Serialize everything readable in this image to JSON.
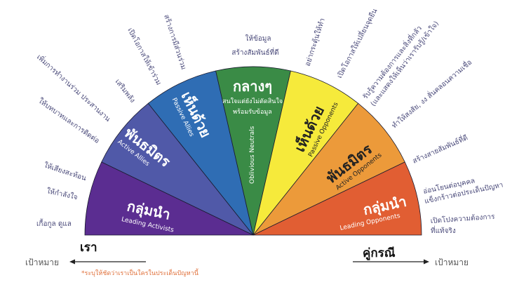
{
  "segments": [
    {
      "thai": "กลุ่มนำ",
      "english": "Leading Activists",
      "color": "#5b2d91",
      "text_color": "#ffffff"
    },
    {
      "thai": "พันธมิตร",
      "english": "Active Allies",
      "color": "#5059a8",
      "text_color": "#ffffff"
    },
    {
      "thai": "เห็นด้วย",
      "english": "Passive Allies",
      "color": "#2f6db4",
      "text_color": "#ffffff"
    },
    {
      "thai": "กลางๆ",
      "english": "Oblivious Neutrals",
      "sub1": "สนใจแต่ยังไม่ตัดสินใจ",
      "sub2": "พร้อมรับข้อมูล",
      "color": "#3a8b46",
      "text_color": "#ffffff"
    },
    {
      "thai": "เห็นด้วย",
      "english": "Passive Opponents",
      "color": "#f6ea3b",
      "text_color": "#222222"
    },
    {
      "thai": "พันธมิตร",
      "english": "Active Opponents",
      "color": "#ec9a3a",
      "text_color": "#222222"
    },
    {
      "thai": "กลุ่มนำ",
      "english": "Leading Opponents",
      "color": "#e15e33",
      "text_color": "#ffffff"
    }
  ],
  "notes": {
    "care": "เกื้อกูล ดูแล",
    "encourage": "ให้กำลังใจ",
    "voice": "ให้เสียงสะท้อน",
    "role": "ให้บทบาทและการติดต่อ",
    "cooperate": "เพิ่มการทำงานร่วม ประสานงาน",
    "empower": "เสริมพลัง",
    "open_join": "เปิดโอกาสให้เข้าร่วม",
    "participate": "สร้างการมีส่วนร่วม",
    "info": "ให้ข้อมูล",
    "relationship": "สร้างสัมพันธ์ที่ดี",
    "dont_provoke": "อย่ากระตุ้นให้ทำ",
    "open_change": "เปิดโอกาสให้เปลี่ยนจุดยืน",
    "acknowledge_1": "รับรู้ความต้องการและสิ่งที่กลัว",
    "acknowledge_2": "(และแสดงให้เห็นว่าเรารับรู้/เข้าใจ)",
    "doubt": "ทำให้สงสัย, งง สั่นคลอนความเชื่อ",
    "bond": "สร้างสายสัมพันธ์ที่ดี",
    "soft_1": "อ่อนโยนต่อบุคคล",
    "soft_2": "แข็งกร้าวต่อประเด็นปัญหา",
    "reveal_1": "เปิดโปงความต้องการ",
    "reveal_2": "ที่แท้จริง"
  },
  "footer": {
    "us": "เรา",
    "opponent": "คู่กรณี",
    "target_left": "เป้าหมาย",
    "target_right": "เป้าหมาย",
    "hint": "*ระบุให้ชัดว่าเราเป็นใครในประเด็นปัญหานี้",
    "hint_color": "#e0703a"
  }
}
